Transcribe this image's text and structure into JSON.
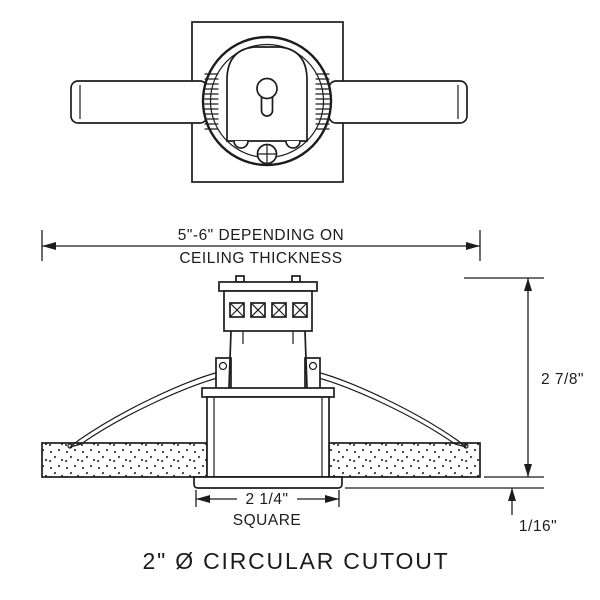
{
  "colors": {
    "line": "#1c1c1c",
    "background": "#ffffff"
  },
  "dimensions": {
    "span": {
      "line1": "5\"-6\" DEPENDING ON",
      "line2": "CEILING THICKNESS"
    },
    "height": "2 7/8\"",
    "flange_offset": "1/16\"",
    "body_width": {
      "line1": "2 1/4\"",
      "line2": "SQUARE"
    }
  },
  "caption": "2\" Ø CIRCULAR CUTOUT"
}
